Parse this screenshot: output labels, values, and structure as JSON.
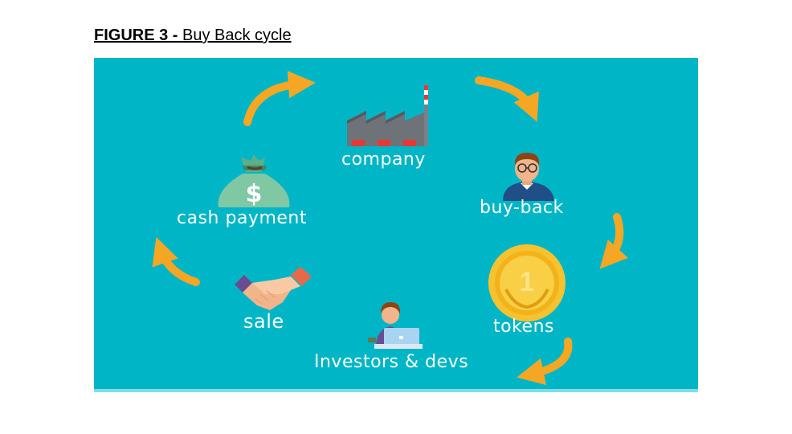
{
  "figure": {
    "label": "FIGURE 3 -",
    "title": "Buy Back cycle"
  },
  "nodes": {
    "company": "company",
    "buyback": "buy-back",
    "tokens": "tokens",
    "investors": "Investors & devs",
    "sale": "sale",
    "cash": "cash payment"
  },
  "icons": {
    "company": "factory-icon",
    "buyback": "person-with-glasses-icon",
    "tokens": "gold-coin-icon",
    "investors": "person-with-laptop-icon",
    "sale": "handshake-icon",
    "cash": "money-bag-icon",
    "arrows": "curved-arrow-icon"
  },
  "token_coin_text": "1",
  "cash_bag_symbol": "$",
  "colors": {
    "background": "#00b6c6",
    "arrow": "#f5a623",
    "label": "#ffffff"
  }
}
